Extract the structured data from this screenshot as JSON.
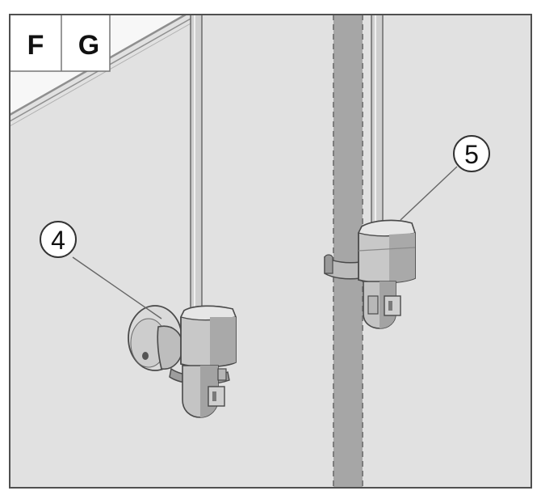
{
  "panel_labels": {
    "left": "F",
    "right": "G"
  },
  "callouts": [
    {
      "id": "4",
      "label": "4"
    },
    {
      "id": "5",
      "label": "5"
    }
  ],
  "colors": {
    "wall": "#e1e1e1",
    "wall_edge": "#9a9a9a",
    "channel": "#a6a6a6",
    "dash": "#7c7c7c",
    "part_light": "#d8d8d8",
    "part_mid": "#b6b6b6",
    "part_dark": "#8e8e8e",
    "outline": "#4a4a4a",
    "frame": "#505050"
  }
}
